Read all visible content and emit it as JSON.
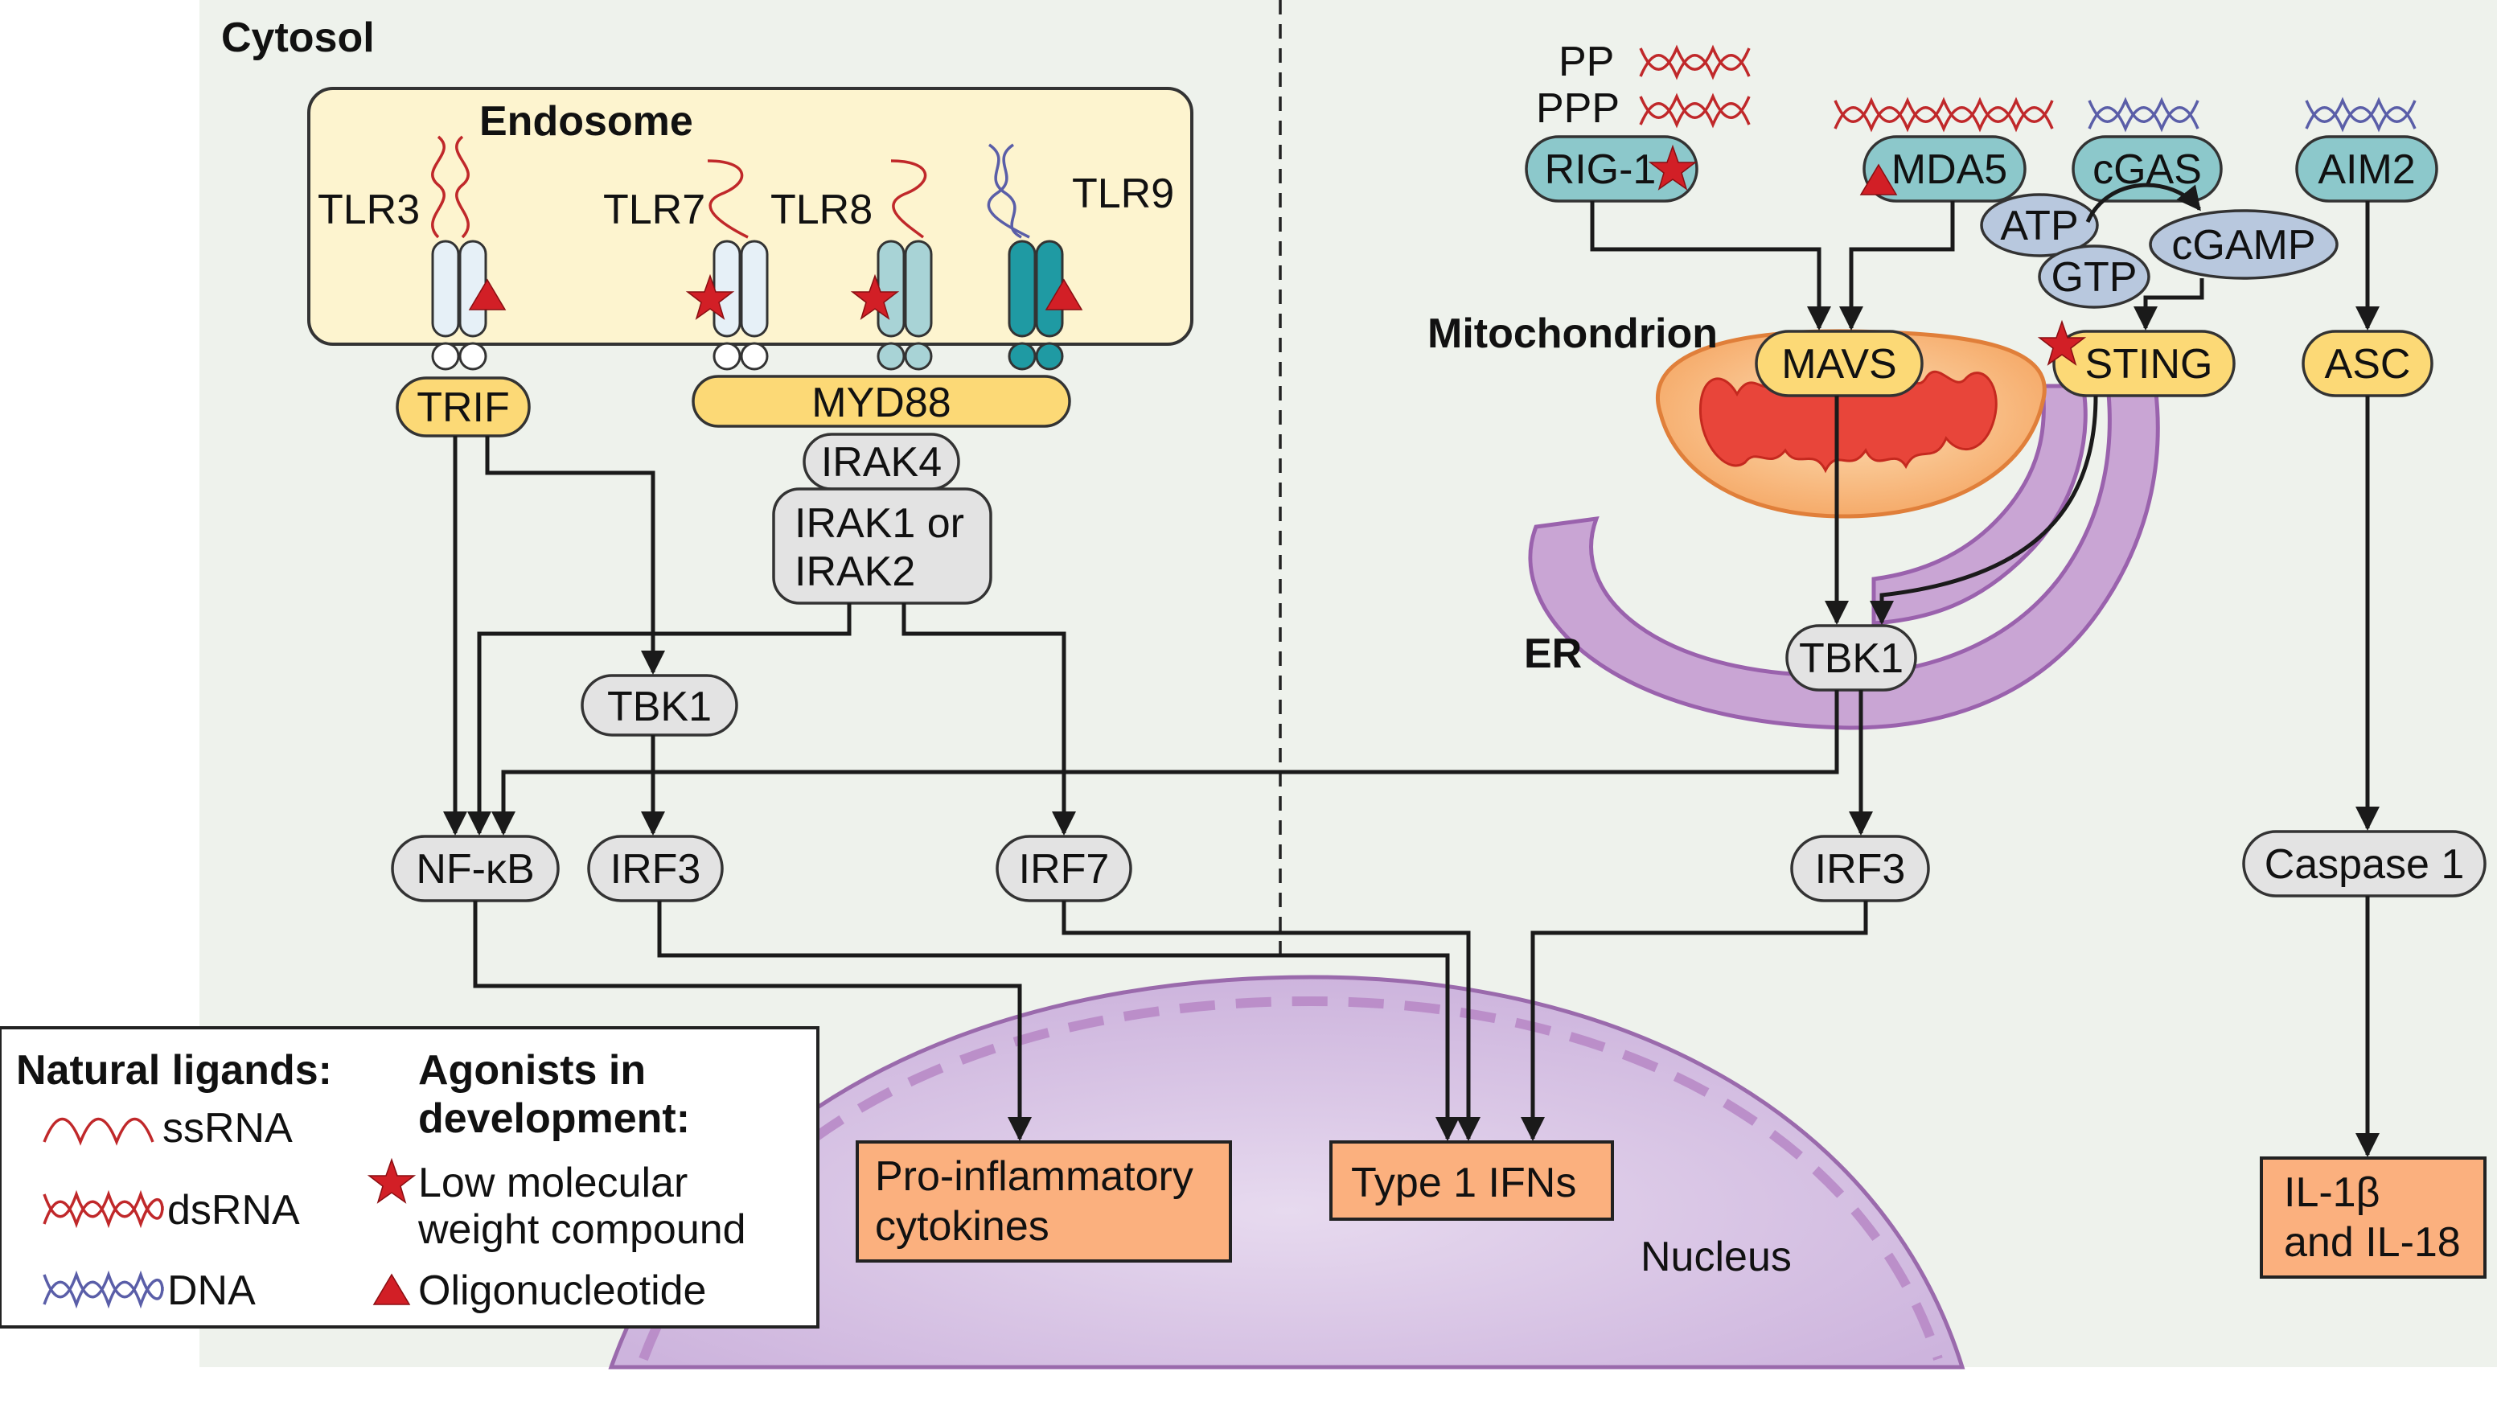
{
  "labels": {
    "cytosol": "Cytosol",
    "endosome": "Endosome",
    "tlr3": "TLR3",
    "tlr7": "TLR7",
    "tlr8": "TLR8",
    "tlr9": "TLR9",
    "trif": "TRIF",
    "myd88": "MYD88",
    "irak4": "IRAK4",
    "irak12_line1": "IRAK1 or",
    "irak12_line2": "IRAK2",
    "tbk1_left": "TBK1",
    "nfkb": "NF-κB",
    "irf3_left": "IRF3",
    "irf7": "IRF7",
    "pro_line1": "Pro-inflammatory",
    "pro_line2": "cytokines",
    "ifn": "Type 1 IFNs",
    "nucleus": "Nucleus",
    "pp": "PP",
    "ppp": "PPP",
    "rig1": "RIG-1",
    "mda5": "MDA5",
    "cgas": "cGAS",
    "aim2": "AIM2",
    "atp": "ATP",
    "gtp": "GTP",
    "cgamp": "cGAMP",
    "mitochondrion": "Mitochondrion",
    "mavs": "MAVS",
    "sting": "STING",
    "asc": "ASC",
    "er": "ER",
    "tbk1_right": "TBK1",
    "irf3_right": "IRF3",
    "caspase1": "Caspase 1",
    "il_line1": "IL-1β",
    "il_line2": "and IL-18"
  },
  "legend": {
    "natural_title": "Natural ligands:",
    "ssrna": "ssRNA",
    "dsrna": "dsRNA",
    "dna": "DNA",
    "agonist_line1": "Agonists in",
    "agonist_line2": "development:",
    "lmw_line1": "Low molecular",
    "lmw_line2": "weight compound",
    "oligo": "Oligonucleotide"
  },
  "colors": {
    "background_panel": "#eef2ec",
    "endosome_fill": "#fdf4cf",
    "adaptor_yellow": "#fcd976",
    "sensor_teal": "#8cc8cb",
    "kinase_gray": "#e3e3e3",
    "output_orange": "#fbb07e",
    "nucleus_purple": "#dccbe6",
    "er_purple": "#c9a5d4",
    "rna_red": "#c0282a",
    "dna_blue": "#5a5ea8",
    "agonist_red": "#d21f26"
  }
}
